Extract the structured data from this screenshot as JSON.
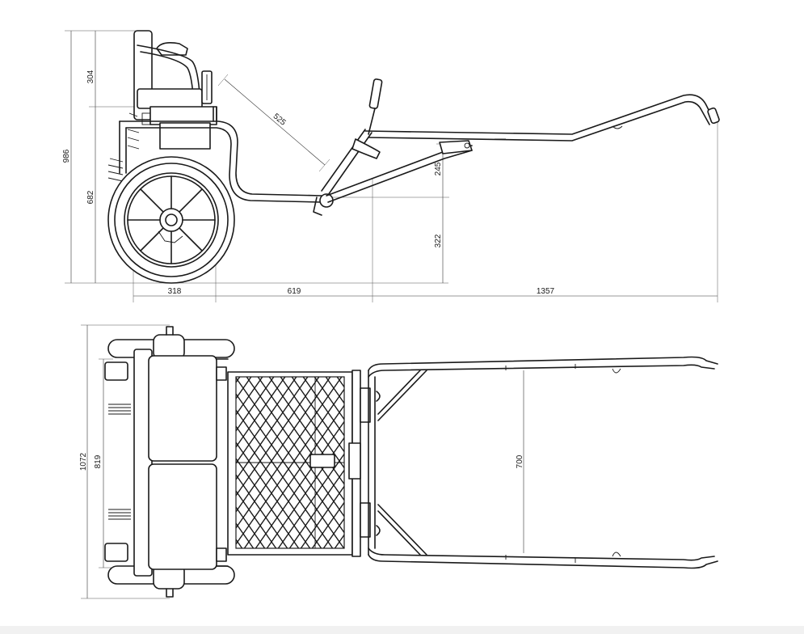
{
  "side_view": {
    "dims": {
      "seat_height": "304",
      "total_height": "986",
      "frame_height": "682",
      "handle_offset": "525",
      "hitch_rise": "245",
      "hitch_height": "322",
      "rear_length": "318",
      "mid_length": "619",
      "shaft_length": "1357"
    }
  },
  "top_view": {
    "dims": {
      "overall_width": "1072",
      "track_width": "819",
      "shaft_spread": "700"
    }
  },
  "colors": {
    "line": "#1a1a1a",
    "background": "#ffffff"
  }
}
